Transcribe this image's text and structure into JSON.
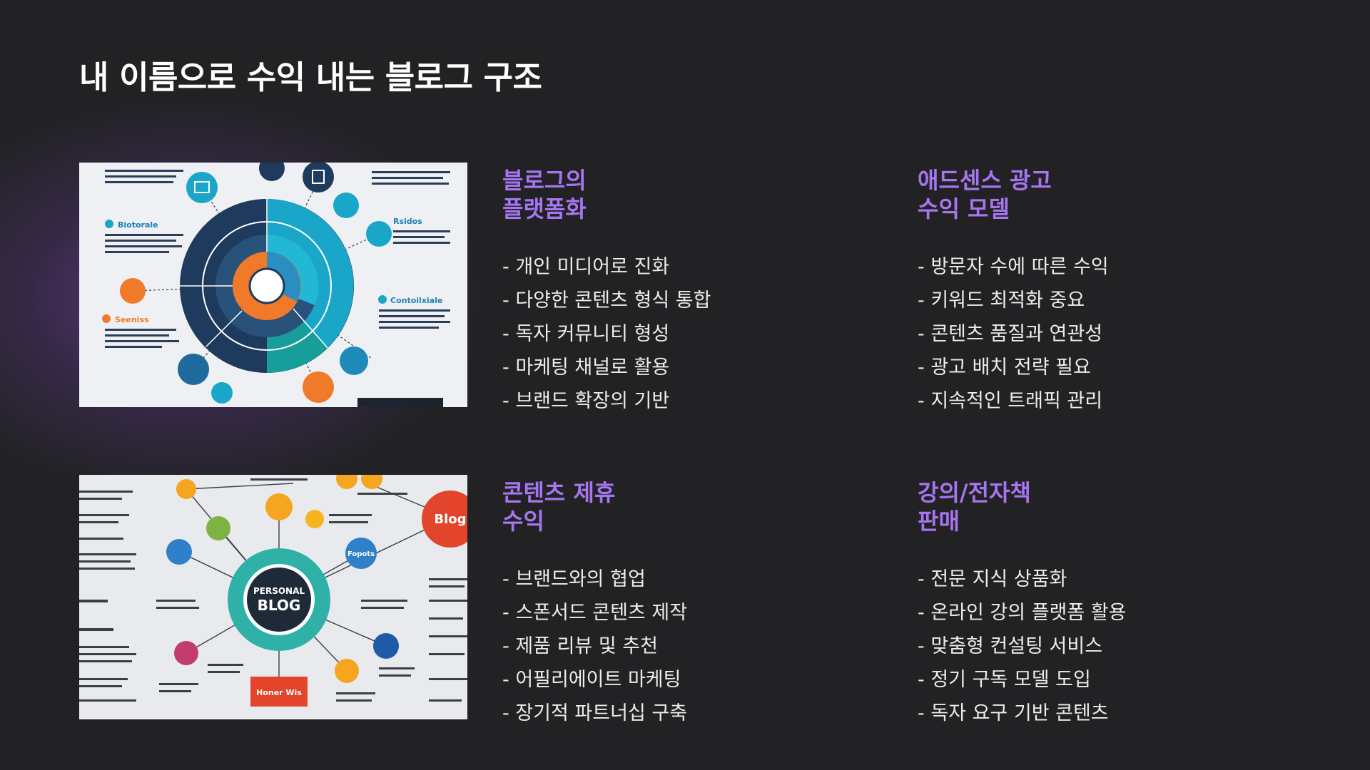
{
  "slide": {
    "title": "내 이름으로 수익 내는 블로그 구조",
    "colors": {
      "background": "#222224",
      "accent": "#a675f0",
      "text": "#ececec"
    },
    "image1": {
      "labels": [
        "Biotorale",
        "Seeniss",
        "Contoilxiale",
        "Rsidos"
      ]
    },
    "image2": {
      "center_line1": "PERSONAL",
      "center_line2": "BLOG",
      "blog_label": "Blog",
      "node_label": "Fopots",
      "box_label": "Honer Wis"
    },
    "sections": [
      {
        "heading": "블로그의\n플랫폼화",
        "items": [
          "- 개인 미디어로 진화",
          "- 다양한 콘텐츠 형식 통합",
          "- 독자 커뮤니티 형성",
          "- 마케팅 채널로 활용",
          "- 브랜드 확장의 기반"
        ]
      },
      {
        "heading": "애드센스 광고\n수익 모델",
        "items": [
          "- 방문자 수에 따른 수익",
          "- 키워드 최적화 중요",
          "- 콘텐츠 품질과 연관성",
          "- 광고 배치 전략 필요",
          "- 지속적인 트래픽 관리"
        ]
      },
      {
        "heading": "콘텐츠 제휴\n수익",
        "items": [
          "- 브랜드와의 협업",
          "- 스폰서드 콘텐츠 제작",
          "- 제품 리뷰 및 추천",
          "- 어필리에이트 마케팅",
          "- 장기적 파트너십 구축"
        ]
      },
      {
        "heading": "강의/전자책\n판매",
        "items": [
          "- 전문 지식 상품화",
          "- 온라인 강의 플랫폼 활용",
          "- 맞춤형 컨설팅 서비스",
          "- 정기 구독 모델 도입",
          "- 독자 요구 기반 콘텐츠"
        ]
      }
    ]
  }
}
